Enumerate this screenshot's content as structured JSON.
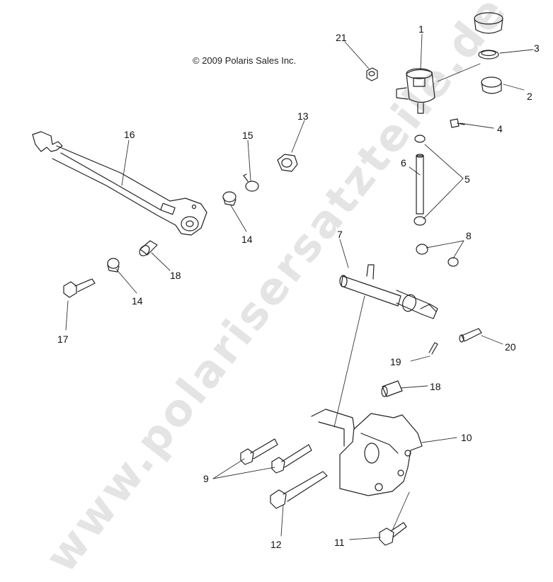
{
  "diagram": {
    "copyright": "© 2009 Polaris Sales Inc.",
    "watermark": "www.polarisersatzteile.de",
    "callouts": {
      "c1": "1",
      "c2": "2",
      "c3": "3",
      "c4": "4",
      "c5": "5",
      "c6": "6",
      "c7": "7",
      "c8": "8",
      "c9": "9",
      "c10": "10",
      "c11": "11",
      "c12": "12",
      "c13": "13",
      "c14a": "14",
      "c14b": "14",
      "c15": "15",
      "c16": "16",
      "c17": "17",
      "c18a": "18",
      "c18b": "18",
      "c19": "19",
      "c20": "20",
      "c21": "21"
    }
  }
}
